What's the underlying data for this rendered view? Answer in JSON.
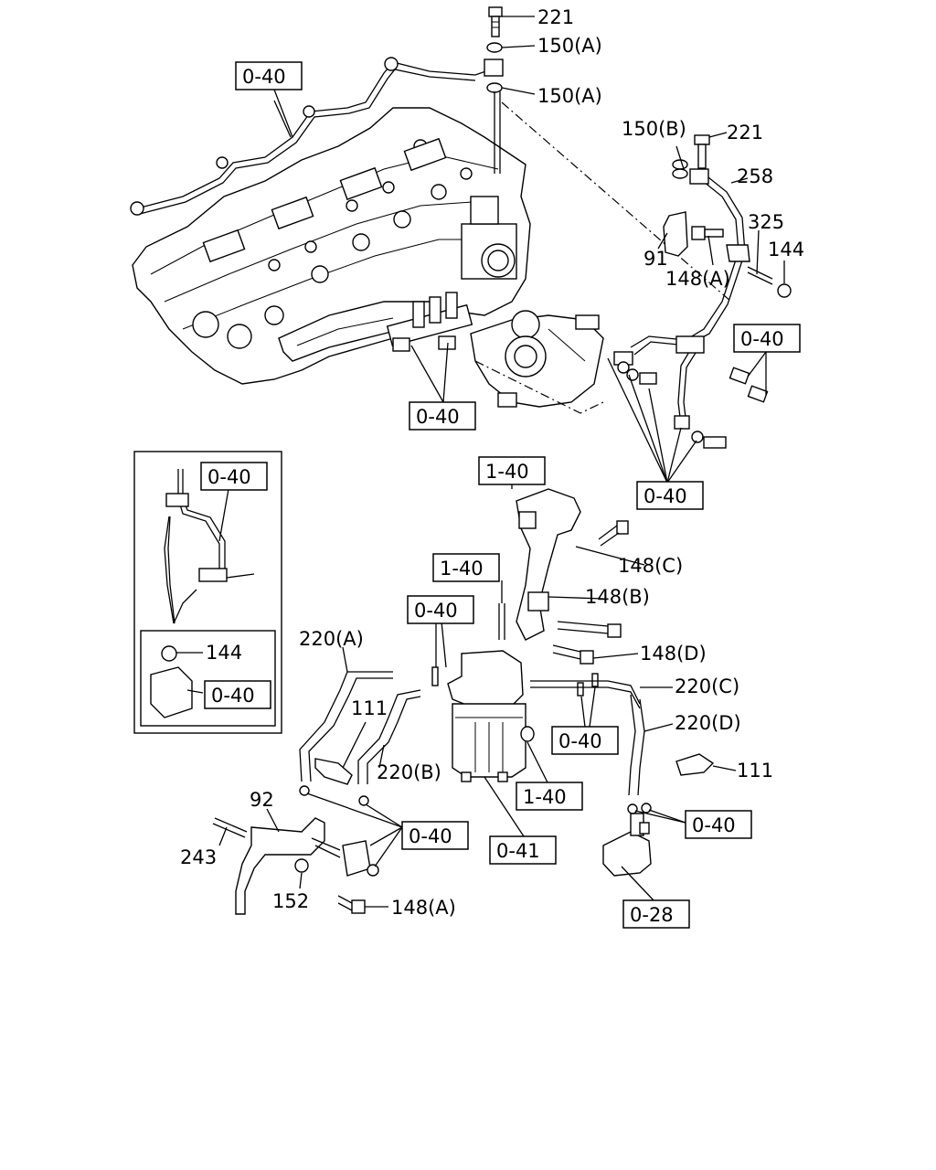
{
  "labels": {
    "p221_top": "221",
    "p150a_1": "150(A)",
    "p150a_2": "150(A)",
    "p150b": "150(B)",
    "p221_right": "221",
    "p258": "258",
    "p325": "325",
    "p144_right": "144",
    "p91": "91",
    "p148a_top": "148(A)",
    "p148c": "148(C)",
    "p148b": "148(B)",
    "p148d": "148(D)",
    "p220a": "220(A)",
    "p220b": "220(B)",
    "p220c": "220(C)",
    "p220d": "220(D)",
    "p111_left": "111",
    "p111_right": "111",
    "p144_inset": "144",
    "p92": "92",
    "p243": "243",
    "p152": "152",
    "p148a_bottom": "148(A)"
  },
  "refs": {
    "r040_topleft": "0-40",
    "r040_right": "0-40",
    "r040_pump": "0-40",
    "r040_injectors": "0-40",
    "r040_inset_top": "0-40",
    "r040_inset_bottom": "0-40",
    "r140_bracket": "1-40",
    "r140_mid": "1-40",
    "r040_filtertop": "0-40",
    "r040_filterright": "0-40",
    "r140_filterbottom": "1-40",
    "r040_bottomleft": "0-40",
    "r041": "0-41",
    "r040_bottomright": "0-40",
    "r028": "0-28"
  }
}
